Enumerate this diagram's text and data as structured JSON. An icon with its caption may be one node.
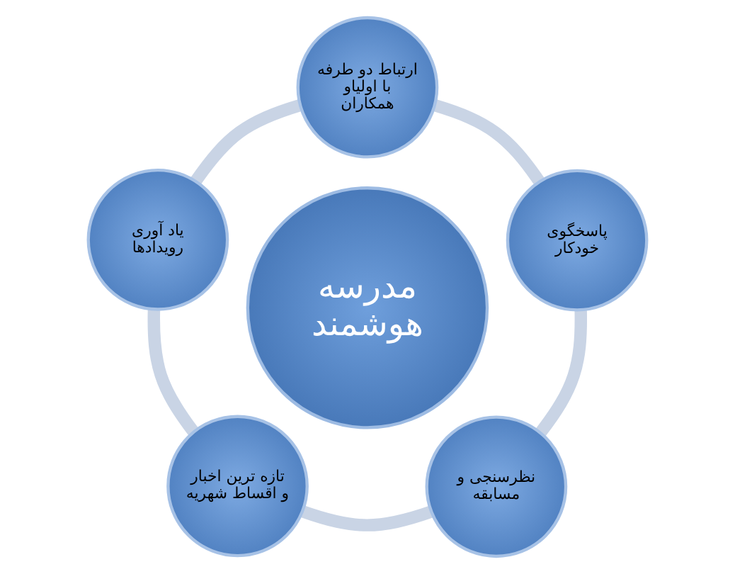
{
  "diagram": {
    "nodes": [
      {
        "text": [
          "مدرسه هوشمند"
        ]
      },
      {
        "text": [
          "ارتباط دو طرفه با اولیاو همکاران"
        ]
      },
      {
        "text": [
          "پاسخگوی خودکار"
        ]
      },
      {
        "text": [
          "نظرسنجی و مسابقه"
        ]
      },
      {
        "text": [
          "تازه ترین اخبار و اقساط شهریه"
        ]
      },
      {
        "text": [
          "یاد آوری رویدادها"
        ]
      }
    ],
    "edges": [
      {
        "from": 1,
        "to": 2,
        "arrow": "none"
      },
      {
        "from": 2,
        "to": 3,
        "arrow": "none"
      },
      {
        "from": 3,
        "to": 4,
        "arrow": "none"
      },
      {
        "from": 4,
        "to": 5,
        "arrow": "none"
      },
      {
        "from": 5,
        "to": 1,
        "arrow": "none"
      }
    ]
  }
}
